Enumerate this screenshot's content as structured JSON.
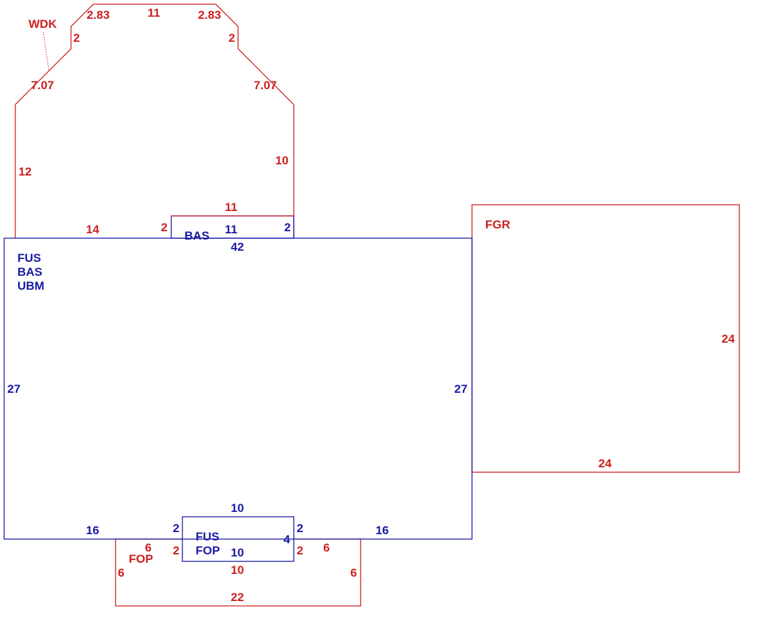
{
  "colors": {
    "red": "#cc1f1f",
    "blue": "#1a1aa6",
    "background": "#ffffff"
  },
  "areas": {
    "wdk": {
      "code": "WDK"
    },
    "fgr": {
      "code": "FGR"
    },
    "bas_bump": {
      "code": "BAS"
    },
    "main": {
      "codes": [
        "FUS",
        "BAS",
        "UBM"
      ]
    },
    "porch_inner": {
      "codes": [
        "FUS",
        "FOP"
      ]
    },
    "fop": {
      "code": "FOP"
    }
  },
  "dimensions": {
    "wdk_top": "11",
    "wdk_top_left_diag": "2.83",
    "wdk_top_right_diag": "2.83",
    "wdk_left_short": "2",
    "wdk_right_short": "2",
    "wdk_left_diag": "7.07",
    "wdk_right_diag": "7.07",
    "wdk_left": "12",
    "wdk_right": "10",
    "wdk_bottom_left": "14",
    "bas_top_red": "11",
    "bas_left_red": "2",
    "bas_right": "2",
    "bas_top_blue": "11",
    "main_top": "42",
    "main_left": "27",
    "main_right": "27",
    "main_bottom_left": "16",
    "main_bottom_right": "16",
    "fgr_right": "24",
    "fgr_bottom": "24",
    "porch_top": "10",
    "porch_left_blue": "2",
    "porch_left_red": "2",
    "porch_right_blue": "2",
    "porch_right_red": "2",
    "porch_depth": "4",
    "porch_bottom_blue": "10",
    "porch_bottom_red": "10",
    "fop_left_top": "6",
    "fop_right_top": "6",
    "fop_left": "6",
    "fop_right": "6",
    "fop_bottom": "22"
  }
}
